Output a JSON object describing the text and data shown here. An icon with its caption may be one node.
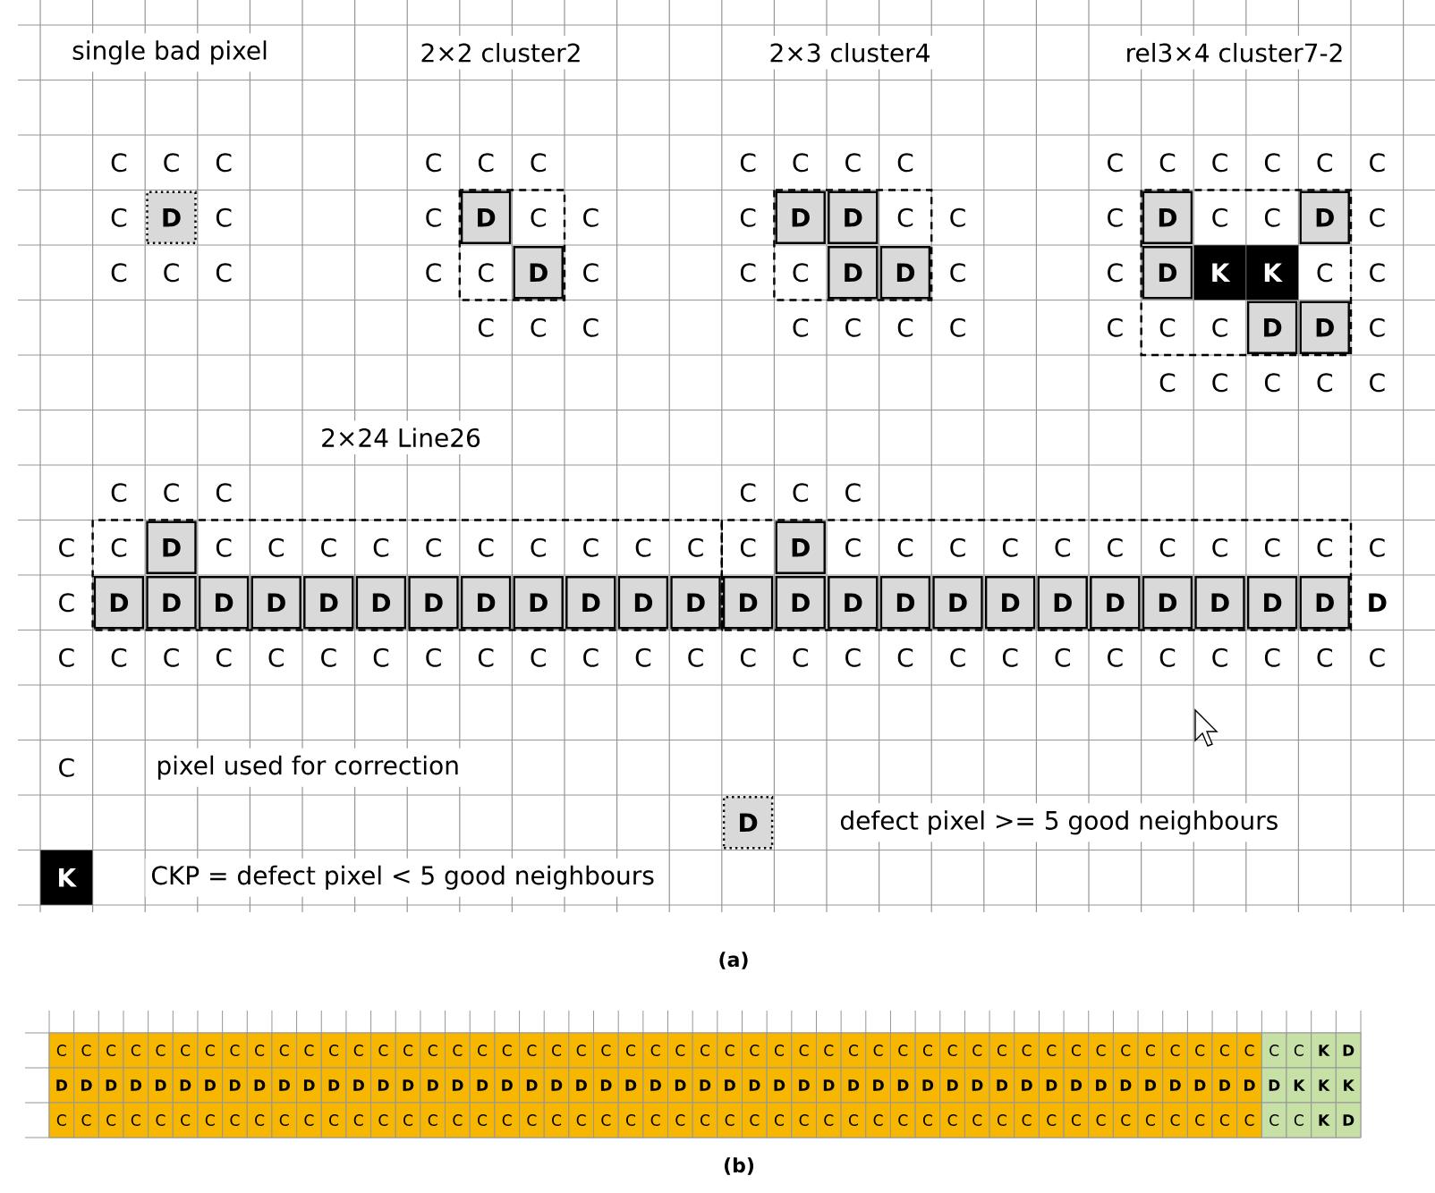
{
  "diagram": {
    "labels": [
      "single bad pixel",
      "2×2 cluster2",
      "2×3 cluster4",
      "rel3×4 cluster7-2",
      "C",
      "C",
      "C",
      "C",
      "C",
      "C",
      "C",
      "C",
      "C",
      "C",
      "C",
      "C",
      "C",
      "C",
      "C",
      "C",
      "C",
      "D",
      "C",
      "C",
      "D",
      "C",
      "C",
      "C",
      "D",
      "D",
      "C",
      "C",
      "C",
      "D",
      "C",
      "C",
      "D",
      "C",
      "C",
      "C",
      "C",
      "C",
      "C",
      "D",
      "C",
      "C",
      "C",
      "D",
      "D",
      "C",
      "C",
      "D",
      "K",
      "K",
      "C",
      "C",
      "C",
      "C",
      "C",
      "C",
      "C",
      "C",
      "C",
      "C",
      "C",
      "C",
      "D",
      "D",
      "C",
      "C",
      "C",
      "C",
      "C",
      "C",
      "2×24 Line26",
      "C",
      "C",
      "C",
      "C",
      "C",
      "C",
      "C",
      "C",
      "D",
      "C",
      "C",
      "C",
      "C",
      "C",
      "C",
      "C",
      "C",
      "C",
      "C",
      "C",
      "D",
      "C",
      "C",
      "C",
      "C",
      "C",
      "C",
      "C",
      "C",
      "C",
      "C",
      "C",
      "C",
      "D",
      "D",
      "D",
      "D",
      "D",
      "D",
      "D",
      "D",
      "D",
      "D",
      "D",
      "D",
      "D",
      "D",
      "D",
      "D",
      "D",
      "D",
      "D",
      "D",
      "D",
      "D",
      "D",
      "D",
      "D",
      "C",
      "C",
      "C",
      "C",
      "C",
      "C",
      "C",
      "C",
      "C",
      "C",
      "C",
      "C",
      "C",
      "C",
      "C",
      "C",
      "C",
      "C",
      "C",
      "C",
      "C",
      "C",
      "C",
      "C",
      "C",
      "C",
      "C",
      "D",
      "K",
      "(a)",
      "C",
      "C",
      "C",
      "C",
      "C",
      "C",
      "C",
      "C",
      "C",
      "C",
      "C",
      "C",
      "C",
      "C",
      "C",
      "C",
      "C",
      "C",
      "C",
      "C",
      "C",
      "C",
      "C",
      "C",
      "C",
      "C",
      "C",
      "C",
      "C",
      "C",
      "C",
      "C",
      "C",
      "C",
      "C",
      "C",
      "C",
      "C",
      "C",
      "C",
      "C",
      "C",
      "C",
      "C",
      "C",
      "C",
      "C",
      "C",
      "C",
      "C",
      "C",
      "K",
      "D",
      "D",
      "D",
      "D",
      "D",
      "D",
      "D",
      "D",
      "D",
      "D",
      "D",
      "D",
      "D",
      "D",
      "D",
      "D",
      "D",
      "D",
      "D",
      "D",
      "D",
      "D",
      "D",
      "D",
      "D",
      "D",
      "D",
      "D",
      "D",
      "D",
      "D",
      "D",
      "D",
      "D",
      "D",
      "D",
      "D",
      "D",
      "D",
      "D",
      "D",
      "D",
      "D",
      "D",
      "D",
      "D",
      "D",
      "D",
      "D",
      "D",
      "D",
      "K",
      "K",
      "K",
      "C",
      "C",
      "C",
      "C",
      "C",
      "C",
      "C",
      "C",
      "C",
      "C",
      "C",
      "C",
      "C",
      "C",
      "C",
      "C",
      "C",
      "C",
      "C",
      "C",
      "C",
      "C",
      "C",
      "C",
      "C",
      "C",
      "C",
      "C",
      "C",
      "C",
      "C",
      "C",
      "C",
      "C",
      "C",
      "C",
      "C",
      "C",
      "C",
      "C",
      "C",
      "C",
      "C",
      "C",
      "C",
      "C",
      "C",
      "C",
      "C",
      "C",
      "C",
      "K",
      "D",
      "(b)"
    ],
    "legend": [
      {
        "text": "pixel used for correction"
      },
      {
        "text": "defect pixel >= 5 good neighbours"
      },
      {
        "text": "CKP = defect pixel < 5 good neighbours"
      }
    ]
  }
}
